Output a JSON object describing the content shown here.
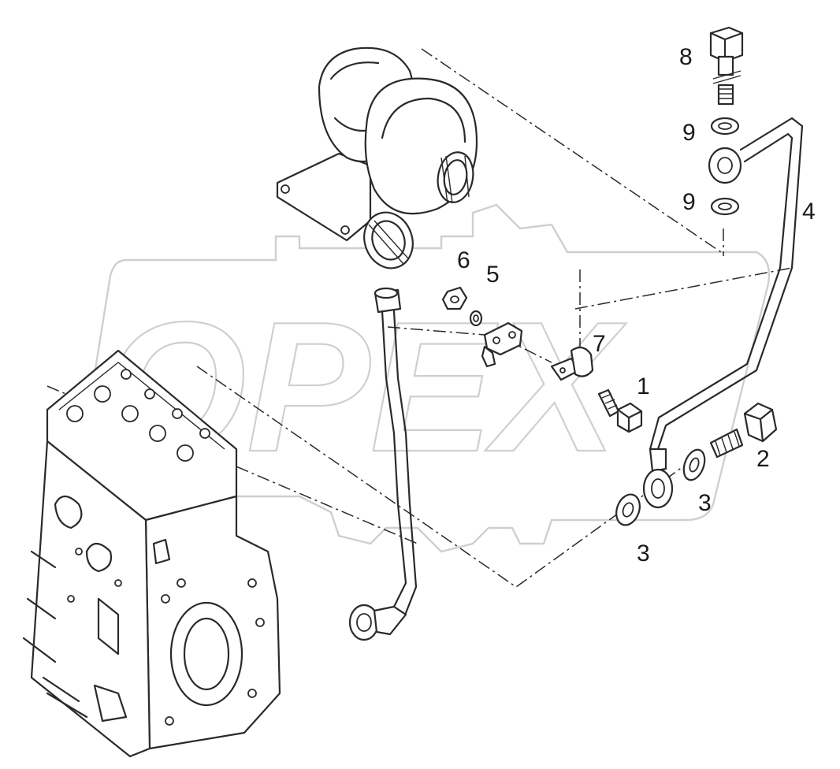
{
  "watermark": {
    "text": "OPEX",
    "color": "#cfcfcf"
  },
  "callouts": [
    {
      "id": "1",
      "label": "1"
    },
    {
      "id": "2",
      "label": "2"
    },
    {
      "id": "3a",
      "label": "3"
    },
    {
      "id": "3b",
      "label": "3"
    },
    {
      "id": "4",
      "label": "4"
    },
    {
      "id": "5",
      "label": "5"
    },
    {
      "id": "6",
      "label": "6"
    },
    {
      "id": "7",
      "label": "7"
    },
    {
      "id": "8",
      "label": "8"
    },
    {
      "id": "9a",
      "label": "9"
    },
    {
      "id": "9b",
      "label": "9"
    }
  ],
  "colors": {
    "line": "#2a2a2a",
    "background": "#ffffff"
  }
}
